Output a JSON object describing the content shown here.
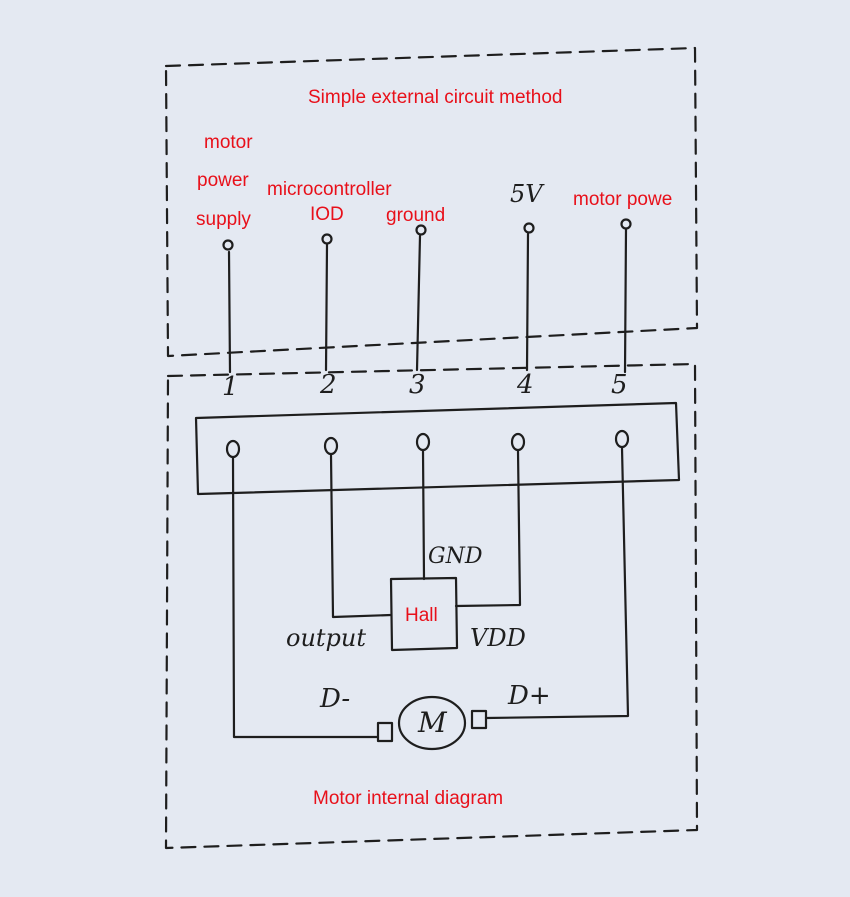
{
  "top_title": "Simple external circuit method",
  "bottom_title": "Motor internal diagram",
  "external_labels": {
    "motor_power_supply": [
      "motor",
      "power",
      "supply"
    ],
    "microcontroller_io": [
      "microcontroller",
      "IOD"
    ],
    "ground": "ground",
    "five_volt": "5V",
    "motor_power_2": "motor powe"
  },
  "pin_numbers": [
    "1",
    "2",
    "3",
    "4",
    "5"
  ],
  "hall": {
    "label": "Hall",
    "gnd": "GND",
    "vdd": "VDD",
    "output": "output"
  },
  "motor": {
    "symbol": "M",
    "neg": "D-",
    "pos": "D+"
  },
  "colors": {
    "paper": "#e4e9f2",
    "ink": "#1e1e1e",
    "annotation": "#e8101a"
  }
}
